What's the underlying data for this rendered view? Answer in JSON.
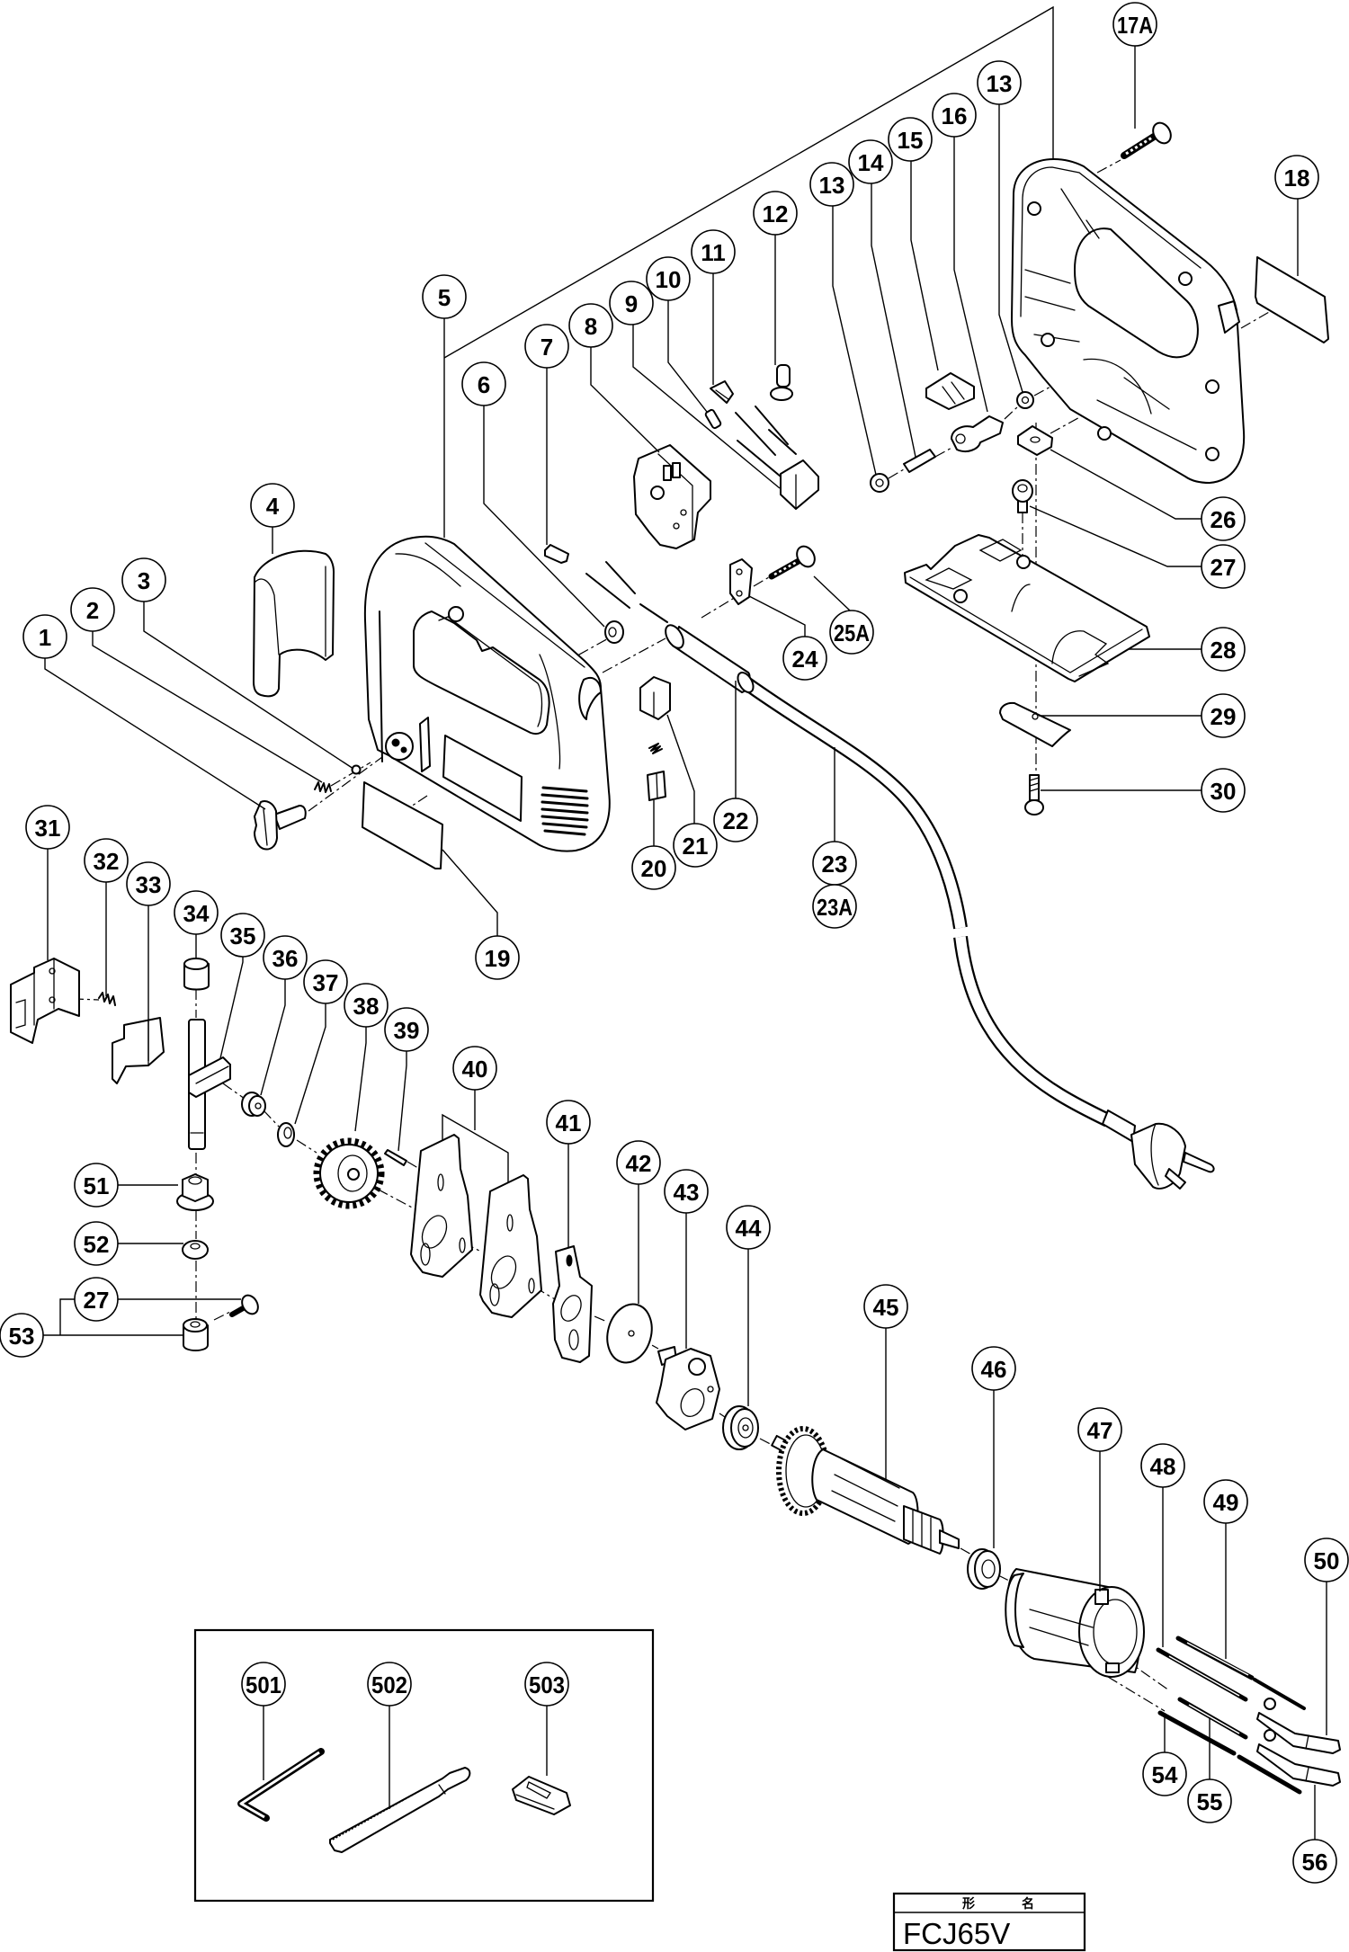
{
  "callouts": [
    "1",
    "2",
    "3",
    "4",
    "5",
    "6",
    "7",
    "8",
    "9",
    "10",
    "11",
    "12",
    "13",
    "14",
    "15",
    "16",
    "13",
    "17A",
    "18",
    "19",
    "20",
    "21",
    "22",
    "23",
    "23A",
    "24",
    "25A",
    "26",
    "27",
    "28",
    "29",
    "30",
    "31",
    "32",
    "33",
    "34",
    "35",
    "36",
    "37",
    "38",
    "39",
    "40",
    "41",
    "42",
    "43",
    "44",
    "45",
    "46",
    "47",
    "48",
    "49",
    "50",
    "51",
    "52",
    "27",
    "53",
    "54",
    "55",
    "56"
  ],
  "accessories": {
    "callouts": [
      "501",
      "502",
      "503"
    ]
  },
  "title_block": {
    "header_left": "形",
    "header_right": "名",
    "model_name": "FCJ65V"
  }
}
